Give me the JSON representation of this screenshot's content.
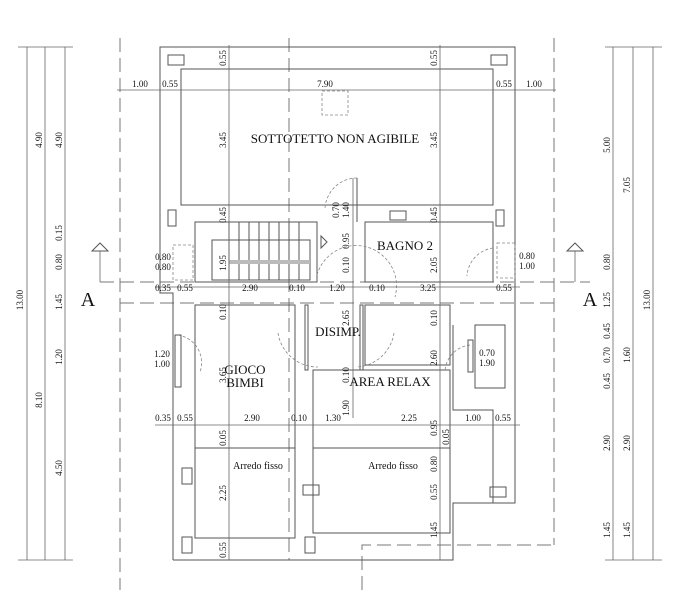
{
  "rooms": {
    "attic": "SOTTOTETTO NON AGIBILE",
    "bath": "BAGNO 2",
    "hall": "DISIMP.",
    "play1": "GIOCO",
    "play2": "BIMBI",
    "relax": "AREA RELAX",
    "fixed_left": "Arredo fisso",
    "fixed_right": "Arredo fisso"
  },
  "section_marks": [
    "A",
    "A"
  ],
  "top_dims": [
    "1.00",
    "0.55",
    "7.90",
    "0.55",
    "1.00"
  ],
  "mid_row_dims": [
    "0.35",
    "0.55",
    "2.90",
    "0.10",
    "1.20",
    "0.10",
    "3.25",
    "0.55"
  ],
  "low_row_dims": [
    "0.35",
    "0.55",
    "2.90",
    "0.10",
    "1.30",
    "2.25",
    "1.00",
    "0.55"
  ],
  "center_v_dims": [
    "0.55",
    "3.45",
    "0.45",
    "1.95",
    "0.10",
    "3.65",
    "0.05",
    "2.25",
    "0.55"
  ],
  "right_v_dims": [
    "0.55",
    "3.45",
    "0.45",
    "2.05",
    "0.10",
    "2.60",
    "0.95",
    "0.05",
    "0.80",
    "0.55",
    "1.45"
  ],
  "hall_v_dims": [
    "0.70",
    "1.40",
    "0.95",
    "0.10",
    "2.65",
    "0.10",
    "1.90"
  ],
  "openings": {
    "w_left_top": [
      "0.80",
      "0.80"
    ],
    "w_right_top": [
      "0.80",
      "1.00"
    ],
    "w_left_low": [
      "1.20",
      "1.00"
    ],
    "w_right_low": [
      "0.70",
      "1.90"
    ]
  },
  "left_dims": {
    "col1": [
      "13.00"
    ],
    "col2": [
      "4.90",
      "8.10"
    ],
    "col3": [
      "4.90",
      "0.15",
      "0.80",
      "1.45",
      "1.20",
      "4.50"
    ]
  },
  "right_dims": {
    "col1": [
      "5.00",
      "0.80",
      "1.25",
      "0.45",
      "0.70",
      "0.45",
      "2.90",
      "1.45"
    ],
    "col2": [
      "7.05",
      "1.60",
      "2.90",
      "1.45"
    ],
    "col3": [
      "13.00"
    ]
  }
}
